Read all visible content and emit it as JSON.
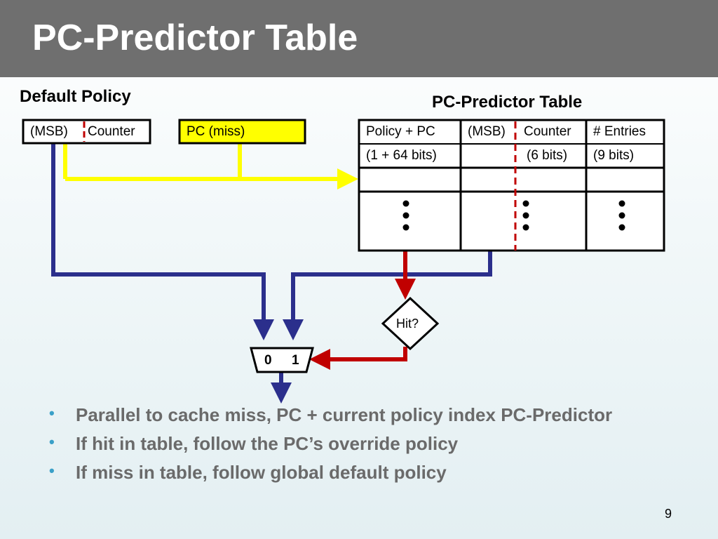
{
  "slide": {
    "title": "PC-Predictor Table",
    "page_number": "9"
  },
  "diagram": {
    "default_policy_label": "Default Policy",
    "default_box": {
      "msb": "(MSB)",
      "counter": "Counter"
    },
    "pc_box": {
      "label": "PC (miss)",
      "fill": "#ffff00"
    },
    "table": {
      "title": "PC-Predictor Table",
      "headers": [
        "Policy + PC",
        "(MSB)",
        "Counter",
        "# Entries"
      ],
      "bits_row": [
        "(1 + 64 bits)",
        "(6 bits)",
        "(9 bits)"
      ]
    },
    "hit_label": "Hit?",
    "mux_labels": [
      "0",
      "1"
    ],
    "colors": {
      "navy": "#2b2f8c",
      "red": "#c00000",
      "yellow": "#ffff00"
    }
  },
  "bullets": [
    "Parallel to cache miss, PC + current policy index PC-Predictor",
    "If hit in table, follow the PC’s override policy",
    "If miss in table, follow global default policy"
  ]
}
